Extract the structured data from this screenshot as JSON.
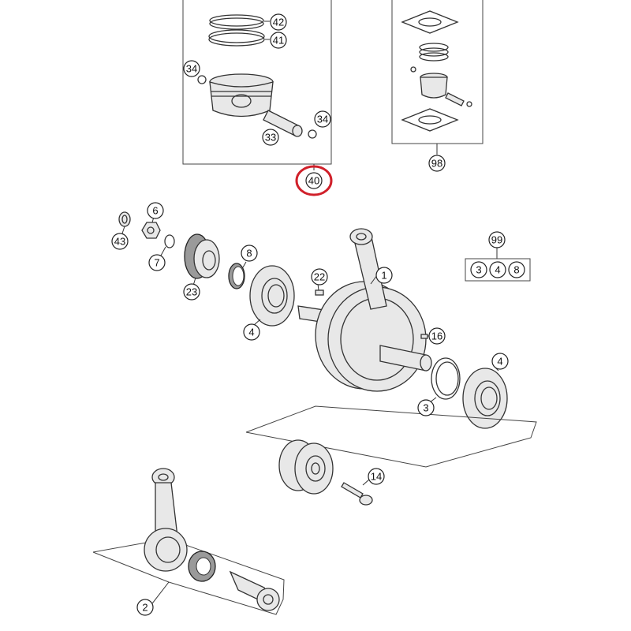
{
  "diagram": {
    "highlight_color": "#d0202a",
    "highlighted_callout": "40",
    "callouts": {
      "c42": "42",
      "c41": "41",
      "c34a": "34",
      "c34b": "34",
      "c33": "33",
      "c40": "40",
      "c98": "98",
      "c6": "6",
      "c43": "43",
      "c7": "7",
      "c8": "8",
      "c23": "23",
      "c22": "22",
      "c1": "1",
      "c4a": "4",
      "c99": "99",
      "c3box": "3",
      "c4box": "4",
      "c8box": "8",
      "c16": "16",
      "c4b": "4",
      "c3": "3",
      "c14": "14",
      "c2": "2"
    }
  }
}
